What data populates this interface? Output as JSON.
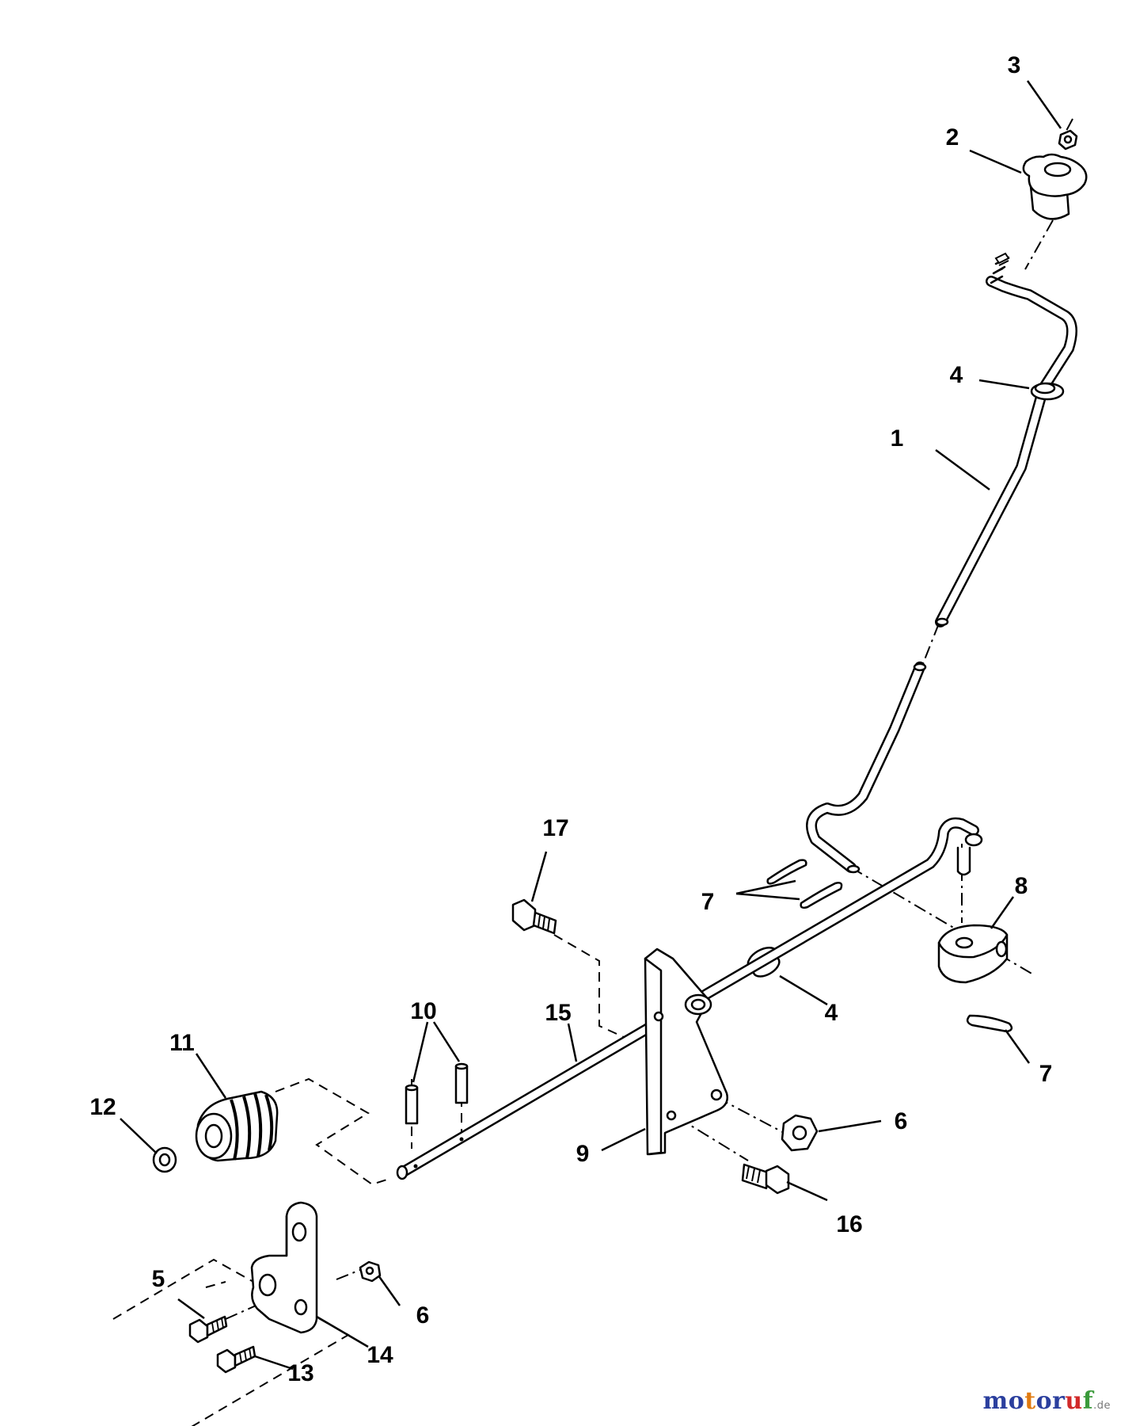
{
  "callouts": {
    "c1": "1",
    "c2": "2",
    "c3": "3",
    "c4a": "4",
    "c4b": "4",
    "c5": "5",
    "c6a": "6",
    "c6b": "6",
    "c7a": "7",
    "c7b": "7",
    "c8": "8",
    "c9": "9",
    "c10": "10",
    "c11": "11",
    "c12": "12",
    "c13": "13",
    "c14": "14",
    "c15": "15",
    "c16": "16",
    "c17": "17"
  },
  "watermark": {
    "text": "motoruf",
    "suffix": ".de",
    "letter_colors": [
      "#2b3f9e",
      "#2b3f9e",
      "#e07a10",
      "#2b3f9e",
      "#2b3f9e",
      "#d12a2a",
      "#3a9a3a"
    ]
  }
}
